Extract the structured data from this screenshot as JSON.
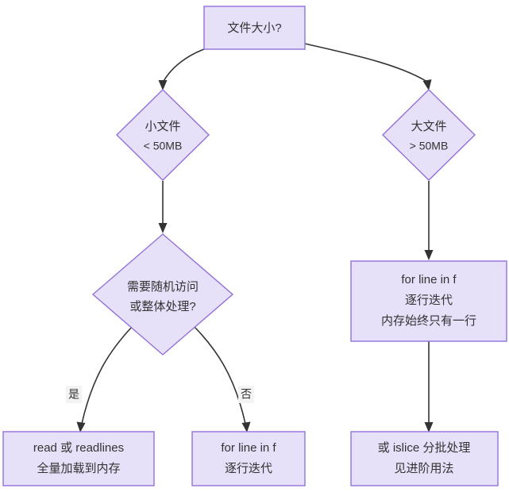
{
  "diagram": {
    "type": "flowchart",
    "direction": "top-down",
    "background_color": "#ffffff",
    "node_fill_color": "#E6E0F8",
    "node_border_color": "#9370DB",
    "edge_color": "#333333",
    "text_color": "#333333",
    "edge_label_background": "#F3F3F3"
  },
  "nodes": {
    "root": {
      "id": "root",
      "shape": "rectangle",
      "label": "文件大小?",
      "lines": [
        "文件大小?"
      ]
    },
    "small_file": {
      "id": "small_file",
      "shape": "diamond",
      "line1": "小文件",
      "line2": "< 50MB"
    },
    "large_file": {
      "id": "large_file",
      "shape": "diamond",
      "line1": "大文件",
      "line2": "> 50MB"
    },
    "random_access": {
      "id": "random_access",
      "shape": "diamond",
      "line1": "需要随机访问",
      "line2": "或整体处理?"
    },
    "stream_iterate": {
      "id": "stream_iterate",
      "shape": "rectangle",
      "line1": "for line in f",
      "line2": "逐行迭代",
      "line3": "内存始终只有一行"
    },
    "read_all": {
      "id": "read_all",
      "shape": "rectangle",
      "line1": "read 或 readlines",
      "line2": "全量加载到内存"
    },
    "iterate_lines": {
      "id": "iterate_lines",
      "shape": "rectangle",
      "line1": "for line in f",
      "line2": "逐行迭代"
    },
    "islice_batch": {
      "id": "islice_batch",
      "shape": "rectangle",
      "line1": "或 islice 分批处理",
      "line2": "见进阶用法"
    }
  },
  "edges": [
    {
      "from": "root",
      "to": "small_file",
      "label": ""
    },
    {
      "from": "root",
      "to": "large_file",
      "label": ""
    },
    {
      "from": "small_file",
      "to": "random_access",
      "label": ""
    },
    {
      "from": "large_file",
      "to": "stream_iterate",
      "label": ""
    },
    {
      "from": "random_access",
      "to": "read_all",
      "label": "是"
    },
    {
      "from": "random_access",
      "to": "iterate_lines",
      "label": "否"
    },
    {
      "from": "stream_iterate",
      "to": "islice_batch",
      "label": ""
    }
  ],
  "edge_labels": {
    "yes": "是",
    "no": "否"
  }
}
